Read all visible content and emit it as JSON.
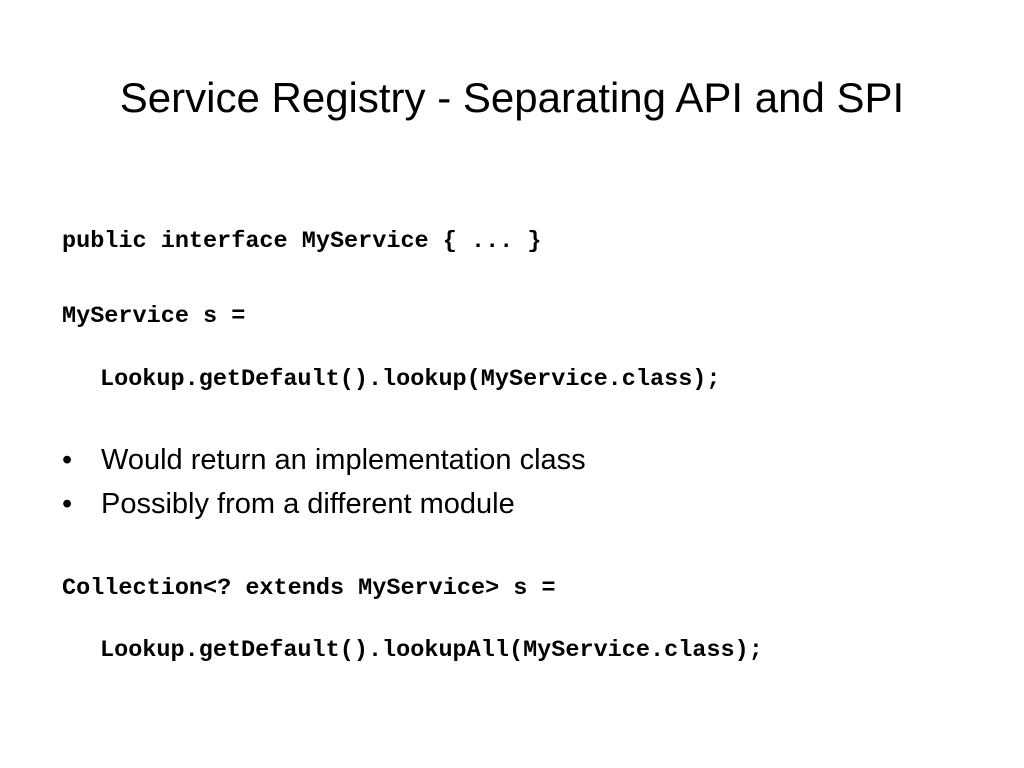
{
  "slide": {
    "title": "Service Registry - Separating API and SPI",
    "code_lines": [
      "public interface MyService { ... }",
      "MyService s =",
      "Lookup.getDefault().lookup(MyService.class);",
      "Collection<? extends MyService> s =",
      "Lookup.getDefault().lookupAll(MyService.class);"
    ],
    "bullet_symbol": "•",
    "bullets": [
      "Would return an implementation class",
      "Possibly from a different module"
    ]
  }
}
